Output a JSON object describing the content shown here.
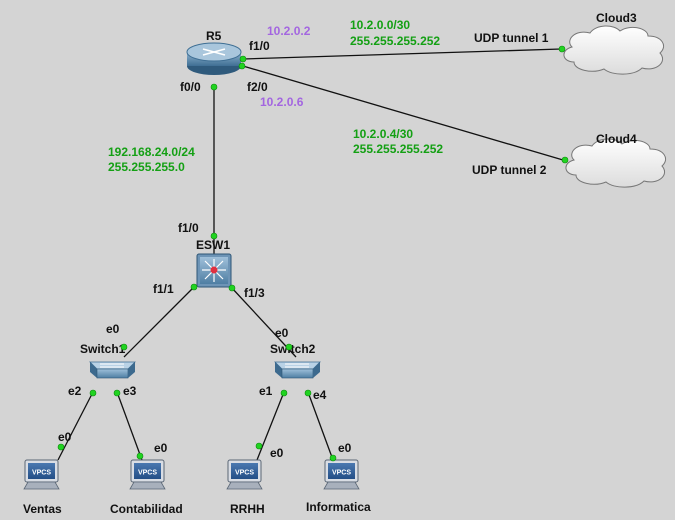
{
  "nodes": {
    "router": {
      "label": "R5"
    },
    "esw": {
      "label": "ESW1"
    },
    "switch1": {
      "label": "Switch1"
    },
    "switch2": {
      "label": "Switch2"
    },
    "cloud3": {
      "label": "Cloud3"
    },
    "cloud4": {
      "label": "Cloud4"
    },
    "pc_ventas": {
      "label": "Ventas",
      "badge": "VPCS"
    },
    "pc_contabilidad": {
      "label": "Contabilidad",
      "badge": "VPCS"
    },
    "pc_rrhh": {
      "label": "RRHH",
      "badge": "VPCS"
    },
    "pc_informatica": {
      "label": "Informatica",
      "badge": "VPCS"
    }
  },
  "ports": {
    "r5_f1_0": "f1/0",
    "r5_f0_0": "f0/0",
    "r5_f2_0": "f2/0",
    "esw_f1_0": "f1/0",
    "esw_f1_1": "f1/1",
    "esw_f1_3": "f1/3",
    "sw1_e0": "e0",
    "sw1_e2": "e2",
    "sw1_e3": "e3",
    "sw2_e0": "e0",
    "sw2_e1": "e1",
    "sw2_e4": "e4",
    "ventas_e0": "e0",
    "contab_e0": "e0",
    "rrhh_e0": "e0",
    "info_e0": "e0"
  },
  "addresses": {
    "r5_f1_ip": "10.2.0.2",
    "r5_f2_ip": "10.2.0.6",
    "net1_addr": "10.2.0.0/30",
    "net1_mask": "255.255.255.252",
    "net2_addr": "10.2.0.4/30",
    "net2_mask": "255.255.255.252",
    "lan_addr": "192.168.24.0/24",
    "lan_mask": "255.255.255.0"
  },
  "tunnels": {
    "t1": "UDP tunnel 1",
    "t2": "UDP tunnel 2"
  },
  "colors": {
    "ip_network": "#14a014",
    "ip_interface": "#a366e0",
    "port_dot": "#21d321",
    "background": "#d4d4d4"
  }
}
